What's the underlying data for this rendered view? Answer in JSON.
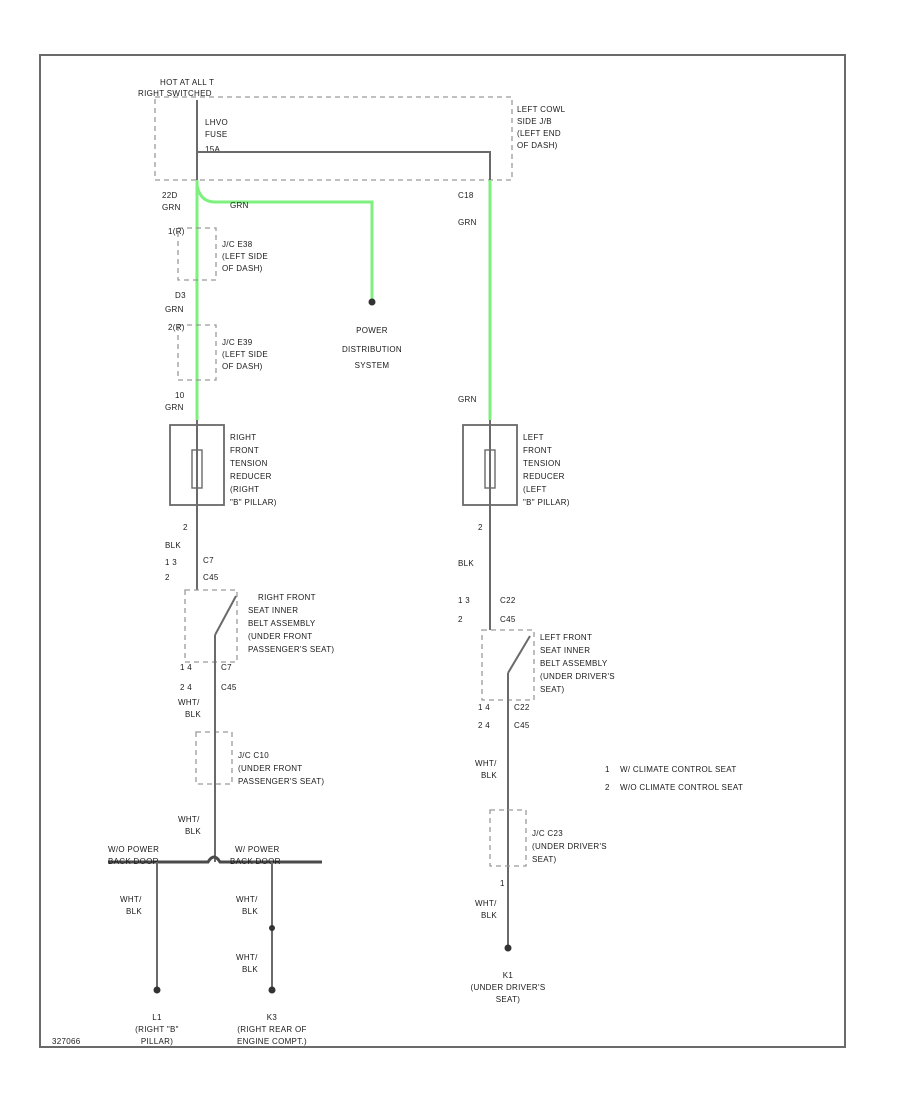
{
  "diagram": {
    "fuse_box": {
      "line1": "HOT AT ALL T",
      "line2": "RIGHT SWITCHED",
      "fuse_name": "LHVO",
      "fuse_word": "FUSE",
      "amp": "15A"
    },
    "left_cowl": {
      "line1": "LEFT COWL",
      "line2": "SIDE J/B",
      "line3": "(LEFT END",
      "line4": "OF DASH)"
    },
    "power_distribution": {
      "line1": "POWER",
      "line2": "DISTRIBUTION",
      "line3": "SYSTEM"
    },
    "right_side": {
      "pin_top": "22D",
      "wire_top": "GRN",
      "wire_branch": "GRN",
      "jc1_pin": "1(R)",
      "jc1_line1": "J/C E38",
      "jc1_line2": "(LEFT SIDE",
      "jc1_line3": "OF DASH)",
      "jc2_pin_top": "D3",
      "jc2_wire_top": "GRN",
      "jc2_pin": "2(R)",
      "jc2_line1": "J/C E39",
      "jc2_line2": "(LEFT SIDE",
      "jc2_line3": "OF DASH)",
      "reducer_pin": "10",
      "reducer_wire": "GRN",
      "reducer_line1": "RIGHT",
      "reducer_line2": "FRONT",
      "reducer_line3": "TENSION",
      "reducer_line4": "REDUCER",
      "reducer_line5": "(RIGHT",
      "reducer_line6": "\"B\" PILLAR)",
      "reducer_out_pin": "2",
      "reducer_out_wire": "BLK",
      "conn_row1": "1   3",
      "conn_row2": "2",
      "conn_c7": "C7",
      "conn_c45": "C45",
      "belt_line1": "RIGHT FRONT",
      "belt_line2": "SEAT INNER",
      "belt_line3": "BELT ASSEMBLY",
      "belt_line4": "(UNDER FRONT",
      "belt_line5": "PASSENGER'S SEAT)",
      "belt_out_row1": "1   4",
      "belt_out_row2": "2   4",
      "belt_out_c7": "C7",
      "belt_out_c45": "C45",
      "wire_whtblk_1": "WHT/",
      "wire_whtblk_2": "BLK",
      "jc3_line1": "J/C C10",
      "jc3_line2": "(UNDER FRONT",
      "jc3_line3": "PASSENGER'S SEAT)",
      "wire2_whtblk_1": "WHT/",
      "wire2_whtblk_2": "BLK",
      "wo_power_1": "W/O POWER",
      "wo_power_2": "BACK DOOR",
      "w_power_1": "W/ POWER",
      "w_power_2": "BACK DOOR",
      "g_left_wire1": "WHT/",
      "g_left_wire2": "BLK",
      "g_mid_wire1": "WHT/",
      "g_mid_wire2": "BLK",
      "g_mid2_wire1": "WHT/",
      "g_mid2_wire2": "BLK",
      "ground_l1": "L1",
      "ground_l1_loc": "(RIGHT \"B\"",
      "ground_l1_loc2": "PILLAR)",
      "ground_k3": "K3",
      "ground_k3_loc": "(RIGHT REAR OF",
      "ground_k3_loc2": "ENGINE COMPT.)"
    },
    "left_side": {
      "pin_top": "C18",
      "wire_top": "GRN",
      "wire_reducer": "GRN",
      "reducer_line1": "LEFT",
      "reducer_line2": "FRONT",
      "reducer_line3": "TENSION",
      "reducer_line4": "REDUCER",
      "reducer_line5": "(LEFT",
      "reducer_line6": "\"B\" PILLAR)",
      "reducer_out_pin": "2",
      "reducer_out_wire": "BLK",
      "conn_row1": "1   3",
      "conn_row2": "2",
      "conn_c22": "C22",
      "conn_c45": "C45",
      "belt_line1": "LEFT FRONT",
      "belt_line2": "SEAT INNER",
      "belt_line3": "BELT ASSEMBLY",
      "belt_line4": "(UNDER DRIVER'S",
      "belt_line5": "SEAT)",
      "belt_out_c22": "C22",
      "belt_out_c45": "C45",
      "belt_out_row": "1   4",
      "belt_out_row2": "2   4",
      "wire_whtblk_1": "WHT/",
      "wire_whtblk_2": "BLK",
      "jc_line1": "J/C C23",
      "jc_line2": "(UNDER DRIVER'S",
      "jc_line3": "SEAT)",
      "jc_pin": "1",
      "wire2_whtblk_1": "WHT/",
      "wire2_whtblk_2": "BLK",
      "ground_k1": "K1",
      "ground_k1_loc": "(UNDER DRIVER'S",
      "ground_k1_loc2": "SEAT)"
    },
    "legend": [
      {
        "num": "1",
        "text": "W/ CLIMATE CONTROL SEAT"
      },
      {
        "num": "2",
        "text": "W/O CLIMATE CONTROL SEAT"
      }
    ],
    "figure_id": "327066"
  }
}
